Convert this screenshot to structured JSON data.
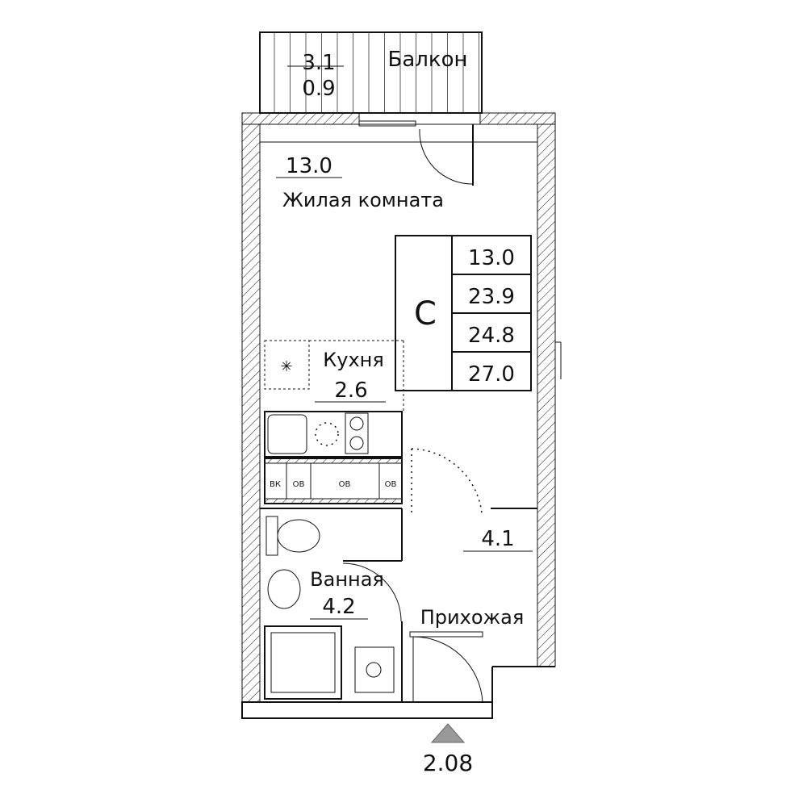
{
  "balcony": {
    "name": "Балкон",
    "area_total": "3.1",
    "area_reduced": "0.9"
  },
  "living_room": {
    "name": "Жилая комната",
    "area": "13.0"
  },
  "kitchen": {
    "name": "Кухня",
    "area": "2.6"
  },
  "bathroom": {
    "name": "Ванная",
    "area": "4.2"
  },
  "hallway": {
    "name": "Прихожая",
    "area": "4.1"
  },
  "summary": {
    "type": "С",
    "living_area": "13.0",
    "total_area": "23.9",
    "total_with_balcony": "24.8",
    "gross_area": "27.0"
  },
  "utilities": {
    "water_riser": "ВК",
    "vent_small_1": "ОВ",
    "vent_large": "ОВ",
    "vent_small_2": "ОВ"
  },
  "ceiling_height": "2.08"
}
